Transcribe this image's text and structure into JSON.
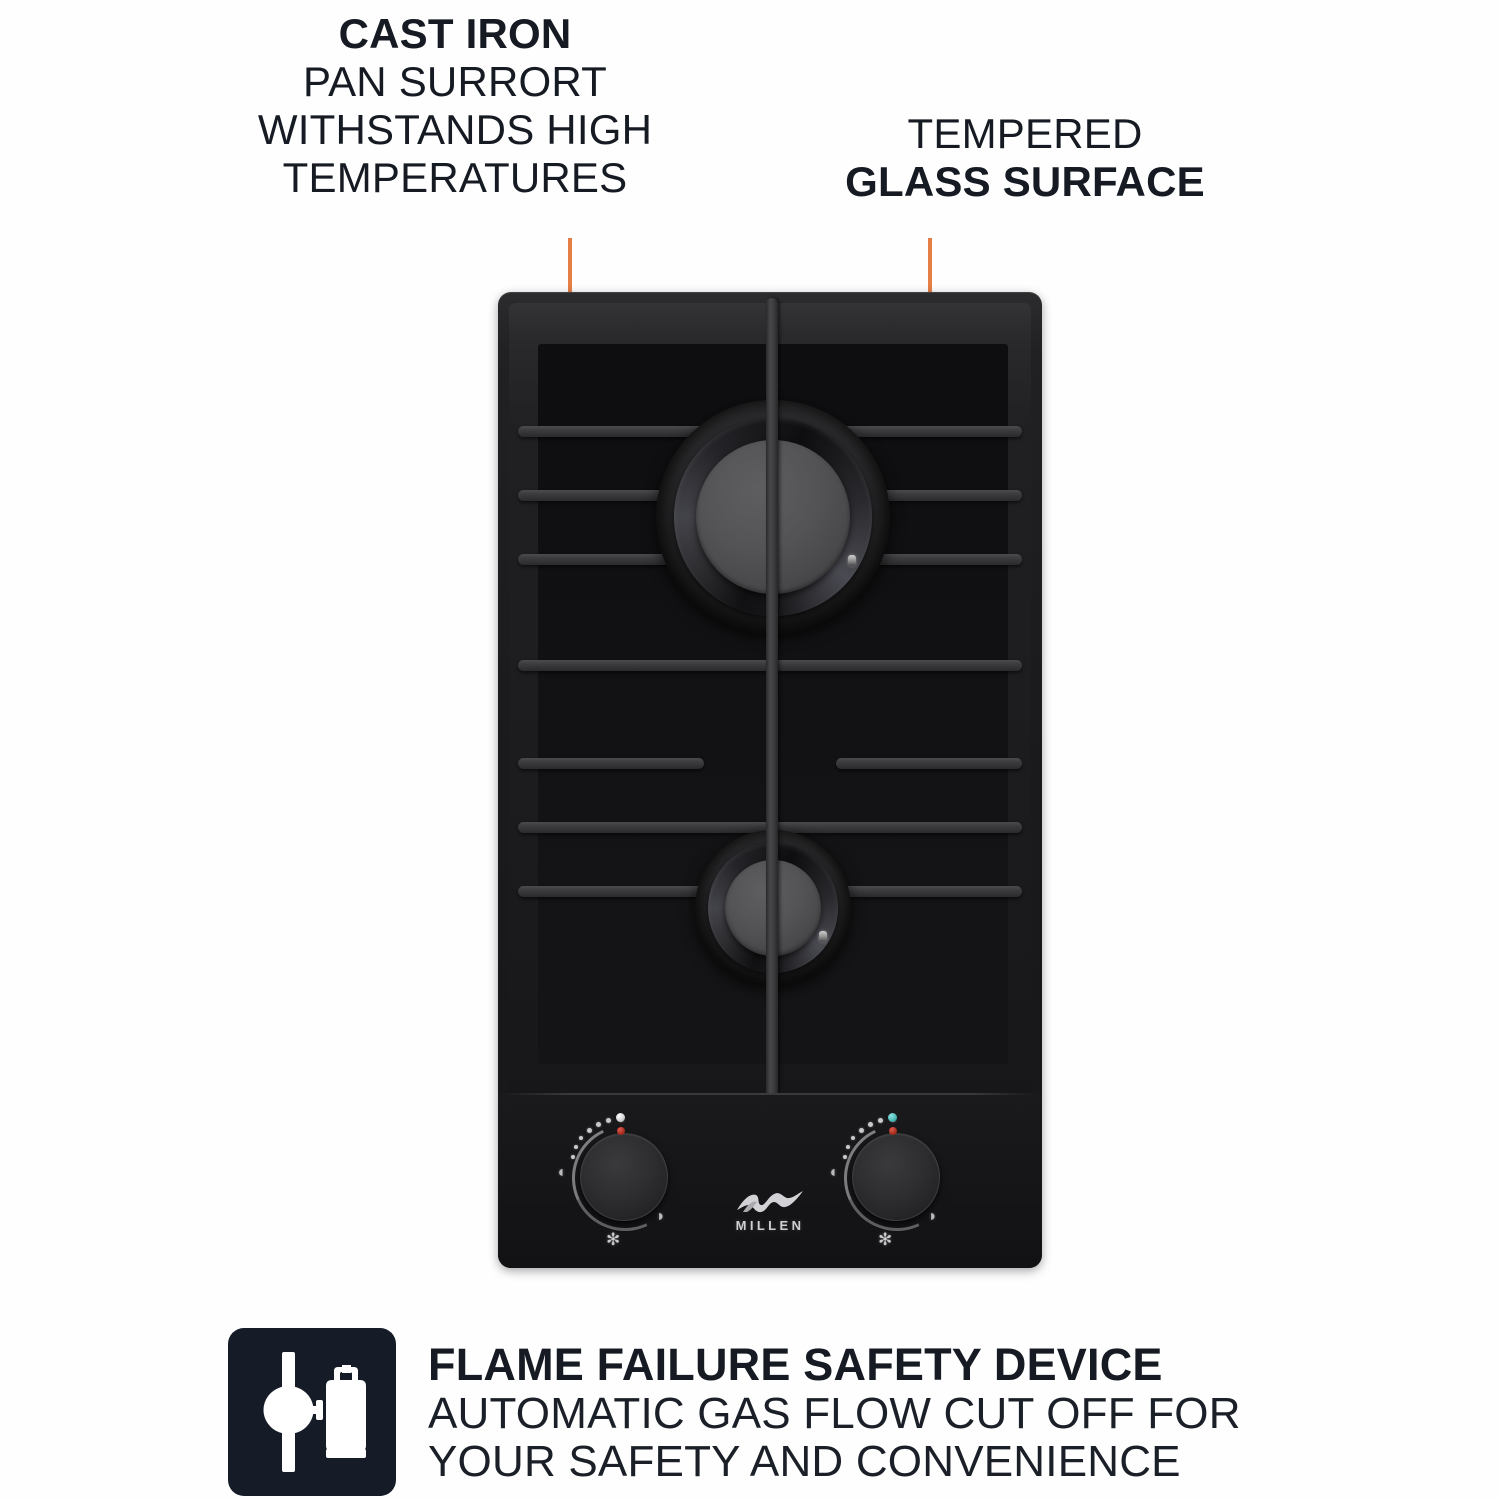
{
  "page": {
    "background_color": "#ffffff",
    "accent_color": "#ef7f33",
    "text_color": "#161b23",
    "tile_color": "#161c27"
  },
  "callouts": [
    {
      "id": "cast-iron",
      "lines": [
        {
          "text": "CAST IRON",
          "weight": "bold"
        },
        {
          "text": "PAN SURRORT",
          "weight": "regular"
        },
        {
          "text": "WITHSTANDS HIGH",
          "weight": "regular"
        },
        {
          "text": "TEMPERATURES",
          "weight": "regular"
        }
      ]
    },
    {
      "id": "glass-surface",
      "lines": [
        {
          "text": "TEMPERED",
          "weight": "regular"
        },
        {
          "text": "GLASS SURFACE",
          "weight": "bold"
        }
      ]
    }
  ],
  "product": {
    "brand": "MILLEN",
    "brand_mark": "flame-wave-logo",
    "type": "2-burner gas hob",
    "burners": [
      {
        "name": "rear-large-burner",
        "size": "large",
        "cap_color": "#545456"
      },
      {
        "name": "front-small-burner",
        "size": "small",
        "cap_color": "#545456"
      }
    ],
    "grate": {
      "name": "cast-iron-pan-support",
      "material": "cast iron",
      "bar_rows": 7,
      "center_bar": true
    },
    "knobs": [
      {
        "name": "knob-left",
        "controls": "rear-large-burner",
        "indicator_color": "#ffffff",
        "marker_color": "#a32b1e"
      },
      {
        "name": "knob-right",
        "controls": "front-small-burner",
        "indicator_color": "#49b7b4",
        "marker_color": "#a32b1e"
      }
    ],
    "knob_glyph_high": "◖",
    "knob_glyph_low": "◗",
    "knob_glyph_burner": "✻"
  },
  "feature": {
    "icon": "gas-valve-cylinder-icon",
    "title": "FLAME FAILURE SAFETY DEVICE",
    "subtitle_line_1": "AUTOMATIC GAS FLOW CUT OFF FOR",
    "subtitle_line_2": "YOUR SAFETY AND CONVENIENCE"
  }
}
